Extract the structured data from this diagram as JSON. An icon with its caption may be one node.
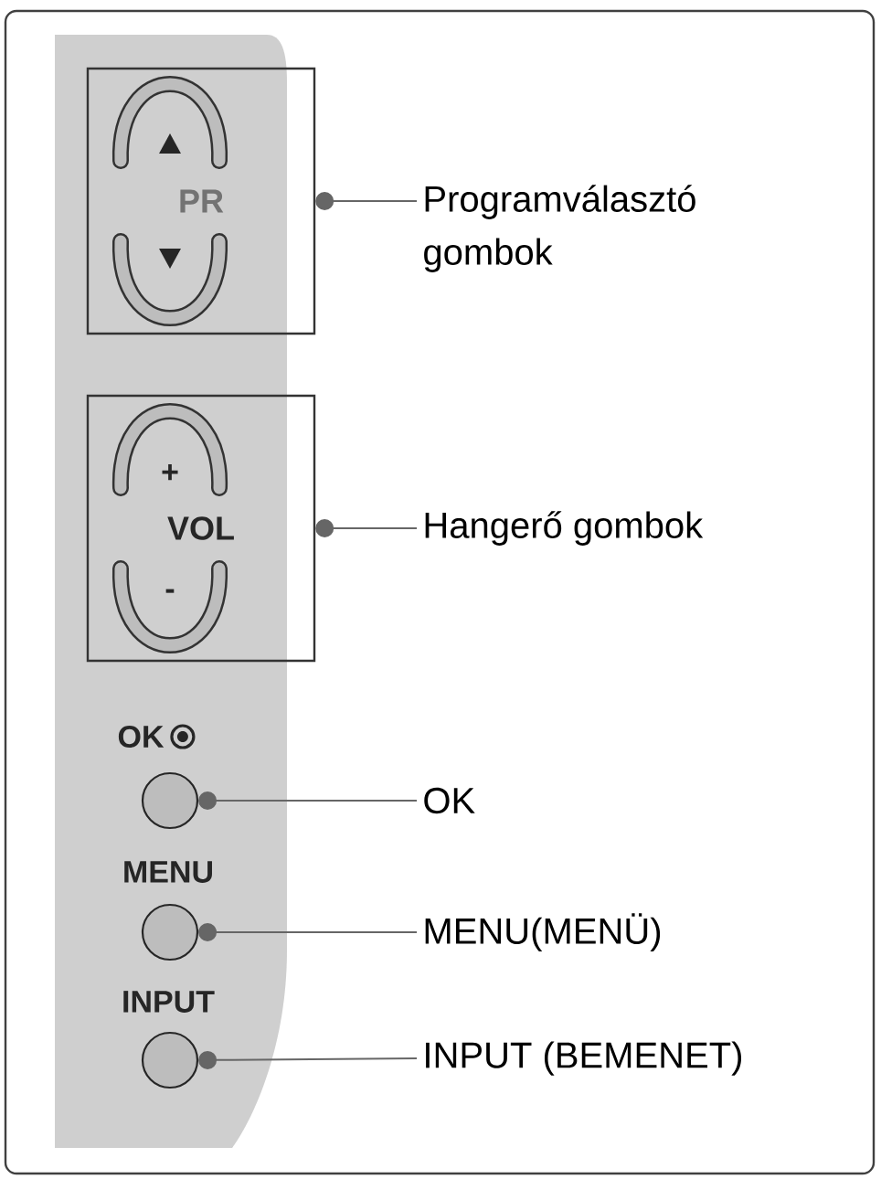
{
  "diagram": {
    "nodes": [
      {
        "text": [
          "PR"
        ]
      },
      {
        "text": [
          "Programválasztó gombok"
        ]
      },
      {
        "text": [
          "+",
          "VOL",
          "-"
        ]
      },
      {
        "text": [
          "Hangerő gombok"
        ]
      },
      {
        "text": [],
        "shape": "circle",
        "beside": [
          "OK"
        ]
      },
      {
        "text": [
          "OK"
        ]
      },
      {
        "text": [],
        "shape": "circle",
        "beside": [
          "MENU"
        ]
      },
      {
        "text": [
          "MENU(MENÜ)"
        ]
      },
      {
        "text": [],
        "shape": "circle",
        "beside": [
          "INPUT"
        ]
      },
      {
        "text": [
          "INPUT (BEMENET)"
        ]
      }
    ],
    "edges": [
      {
        "from": 0,
        "to": 1,
        "arrow": "other"
      },
      {
        "from": 2,
        "to": 3,
        "arrow": "other"
      },
      {
        "from": 4,
        "to": 5,
        "arrow": "other"
      },
      {
        "from": 6,
        "to": 7,
        "arrow": "other"
      },
      {
        "from": 8,
        "to": 9,
        "arrow": "other"
      }
    ]
  }
}
